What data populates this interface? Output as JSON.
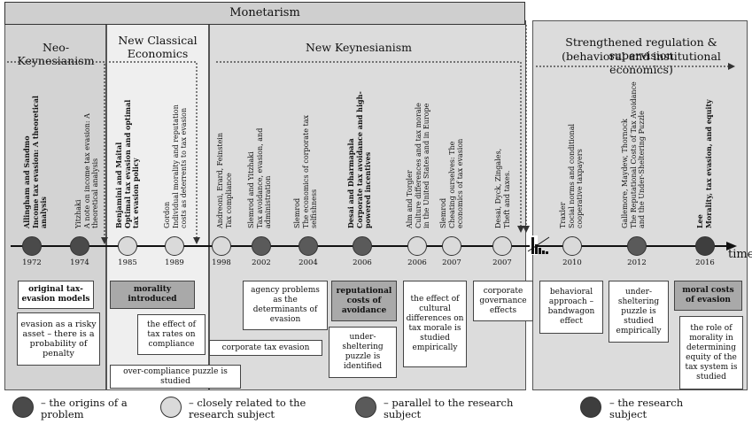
{
  "header": {
    "monetarism": "Monetarism"
  },
  "eras": {
    "neo_keynesianism": "Neo-Keynesianism",
    "new_classical": "New Classical Economics",
    "new_keynesianism": "New Keynesianism",
    "strengthened_1": "Strengthened regulation & supervision",
    "strengthened_2": "(behavioral and institutional economics)"
  },
  "timeline": {
    "time_label": "time",
    "years": [
      "1972",
      "1974",
      "1985",
      "1989",
      "1998",
      "2002",
      "2004",
      "2006",
      "2006",
      "2007",
      "2007",
      "2010",
      "2012",
      "2016"
    ]
  },
  "papers": [
    {
      "l1": "Allingham and Sandmo",
      "l2": "Income tax evasion: A theoretical",
      "l3": "analysis"
    },
    {
      "l1": "Yitzhaki",
      "l2": "A note on income tax evasion: A",
      "l3": "theoretical analysis"
    },
    {
      "l1": "Benjamini and Maital",
      "l2": "Optimal tax evasion and optimal",
      "l3": "tax evasion policy"
    },
    {
      "l1": "Gordon",
      "l2": "Individual morality and reputation",
      "l3": "costs as deterrents to tax evasion"
    },
    {
      "l1": "Andreoni, Erard, Feinstein",
      "l2": "Tax compliance",
      "l3": ""
    },
    {
      "l1": "Slemrod and Yitzhaki",
      "l2": "Tax avoidance, evasion, and",
      "l3": "administration"
    },
    {
      "l1": "Slemrod",
      "l2": "The economics of corporate tax",
      "l3": "selfishness"
    },
    {
      "l1": "Desai and Dharmapala",
      "l2": "Corporate tax avoidance and high-",
      "l3": "powered incentives"
    },
    {
      "l1": "Alm and Torgler",
      "l2": "Culture differences and tax morale",
      "l3": "in the United States and in Europe"
    },
    {
      "l1": "Slemrod",
      "l2": "Cheating ourselves: The",
      "l3": "economics of tax evasion"
    },
    {
      "l1": "Desai, Dyck, Zingales,",
      "l2": "Theft and taxes.",
      "l3": ""
    },
    {
      "l1": "Traxler",
      "l2": "Social norms and conditional",
      "l3": "cooperative taxpayers"
    },
    {
      "l1": "Gallemore, Maydew, Thornock",
      "l2": "The Reputational Costs of Tax Avoidance",
      "l3": "and the Under-Sheltering Puzzle"
    },
    {
      "l1": "Lee",
      "l2": "Morality, tax evasion, and equity",
      "l3": ""
    }
  ],
  "boxes": {
    "origin_models": "original tax-evasion models",
    "risky_asset": "evasion as a risky asset – there is a probability of penalty",
    "morality_introduced": "morality introduced",
    "tax_rates": "the effect of tax rates on compliance",
    "agency": "agency problems as the determinants of evasion",
    "corporate_evasion": "corporate tax evasion",
    "over_compliance": "over-compliance puzzle is studied",
    "reputational": "reputational costs of avoidance",
    "under_sheltering_identified": "under-sheltering puzzle is identified",
    "cultural": "the effect of cultural differences on tax morale is studied empirically",
    "governance": "corporate governance effects",
    "behavioral": "behavioral approach – bandwagon effect",
    "under_sheltering_empirical": "under-sheltering puzzle is studied empirically",
    "moral_costs": "moral costs of evasion",
    "role_morality": "the role of morality in determining equity of the tax system is studied"
  },
  "legend": {
    "origins": "– the origins of a problem",
    "closely": "– closely related to the research subject",
    "parallel": "– parallel to the research subject",
    "research": "– the research subject"
  }
}
